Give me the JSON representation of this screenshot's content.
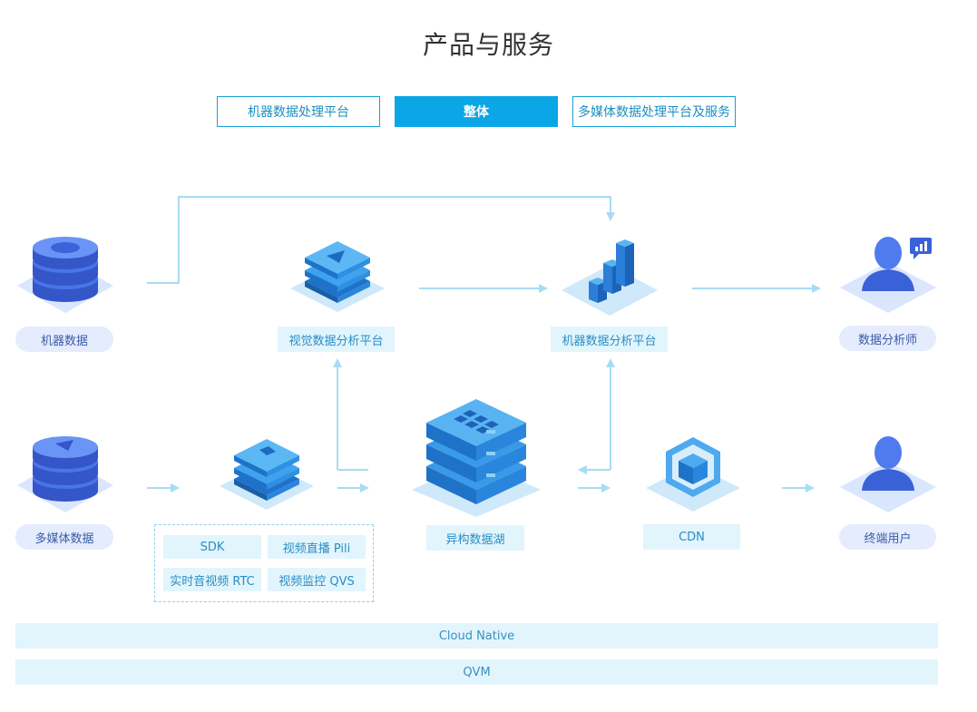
{
  "page": {
    "title": "产品与服务"
  },
  "tabs": [
    {
      "label": "机器数据处理平台",
      "active": false
    },
    {
      "label": "整体",
      "active": true
    },
    {
      "label": "多媒体数据处理平台及服务",
      "active": false
    }
  ],
  "nodes": {
    "machine_data": "机器数据",
    "visual_platform": "视觉数据分析平台",
    "machine_platform": "机器数据分析平台",
    "analyst": "数据分析师",
    "media_data": "多媒体数据",
    "data_lake": "异构数据湖",
    "cdn": "CDN",
    "end_user": "终端用户"
  },
  "services": [
    "SDK",
    "视频直播 Pili",
    "实时音视频 RTC",
    "视频监控 QVS"
  ],
  "bands": {
    "cloud_native": "Cloud Native",
    "qvm": "QVM"
  },
  "colors": {
    "accent": "#0aa6e6",
    "line": "#a8dcf2",
    "icon_blue": "#2f7de1",
    "pill_bg": "#e4ecfd",
    "label_bg": "#e2f5fd"
  }
}
